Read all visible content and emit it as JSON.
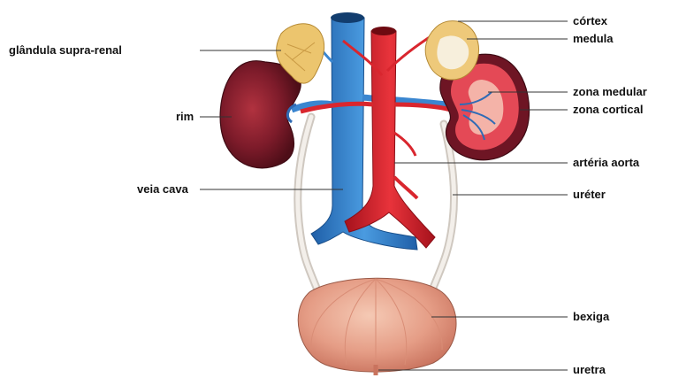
{
  "diagram": {
    "labels": {
      "glandula": "glândula supra-renal",
      "rim": "rim",
      "veia_cava": "veia cava",
      "cortex": "córtex",
      "medula": "medula",
      "zona_medular": "zona medular",
      "zona_cortical": "zona cortical",
      "arteria_aorta": "artéria aorta",
      "ureter": "uréter",
      "bexiga": "bexiga",
      "uretra": "uretra"
    },
    "colors": {
      "vein": "#2f7ec9",
      "artery": "#d8202a",
      "kidney": "#7a1a28",
      "adrenal": "#e9c97a",
      "bladder": "#e8a58c",
      "ureter": "#e9e4df",
      "leader": "#333333"
    }
  }
}
